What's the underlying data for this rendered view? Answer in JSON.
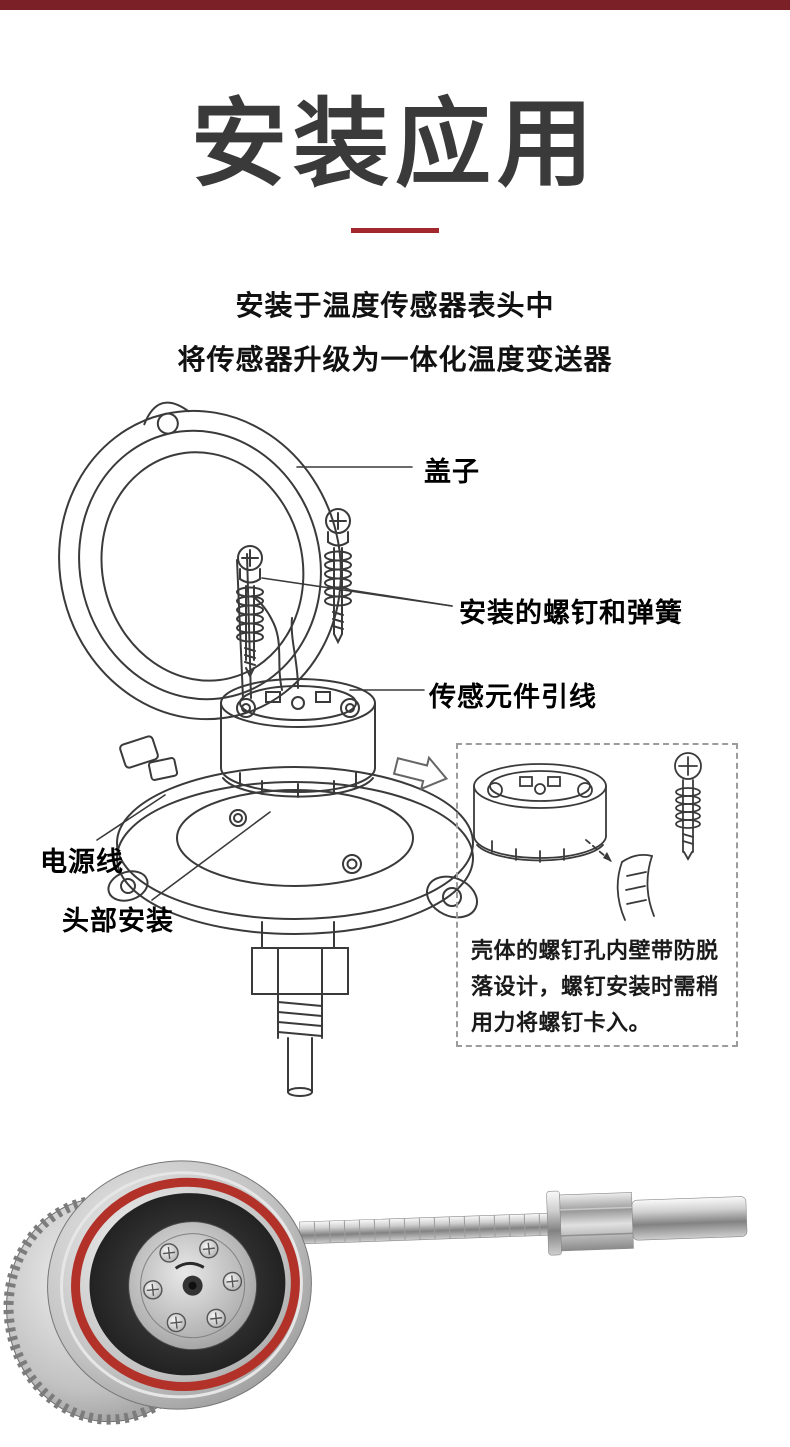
{
  "page": {
    "title": "安装应用",
    "subtitle_line1": "安装于温度传感器表头中",
    "subtitle_line2": "将传感器升级为一体化温度变送器"
  },
  "diagram": {
    "labels": {
      "lid": "盖子",
      "screws_springs": "安装的螺钉和弹簧",
      "sensor_leads": "传感元件引线",
      "power_cable": "电源线",
      "head_mount": "头部安装"
    },
    "note_box": {
      "text": "壳体的螺钉孔内壁带防脱落设计，螺钉安装时需稍用力将螺钉卡入。"
    }
  },
  "colors": {
    "accent-bar": "#7a2026",
    "divider": "#a3282e",
    "title-color": "#3a3a3a",
    "text-color": "#111111",
    "line-color": "#3a3a3a",
    "gasket-red": "#b23229"
  }
}
